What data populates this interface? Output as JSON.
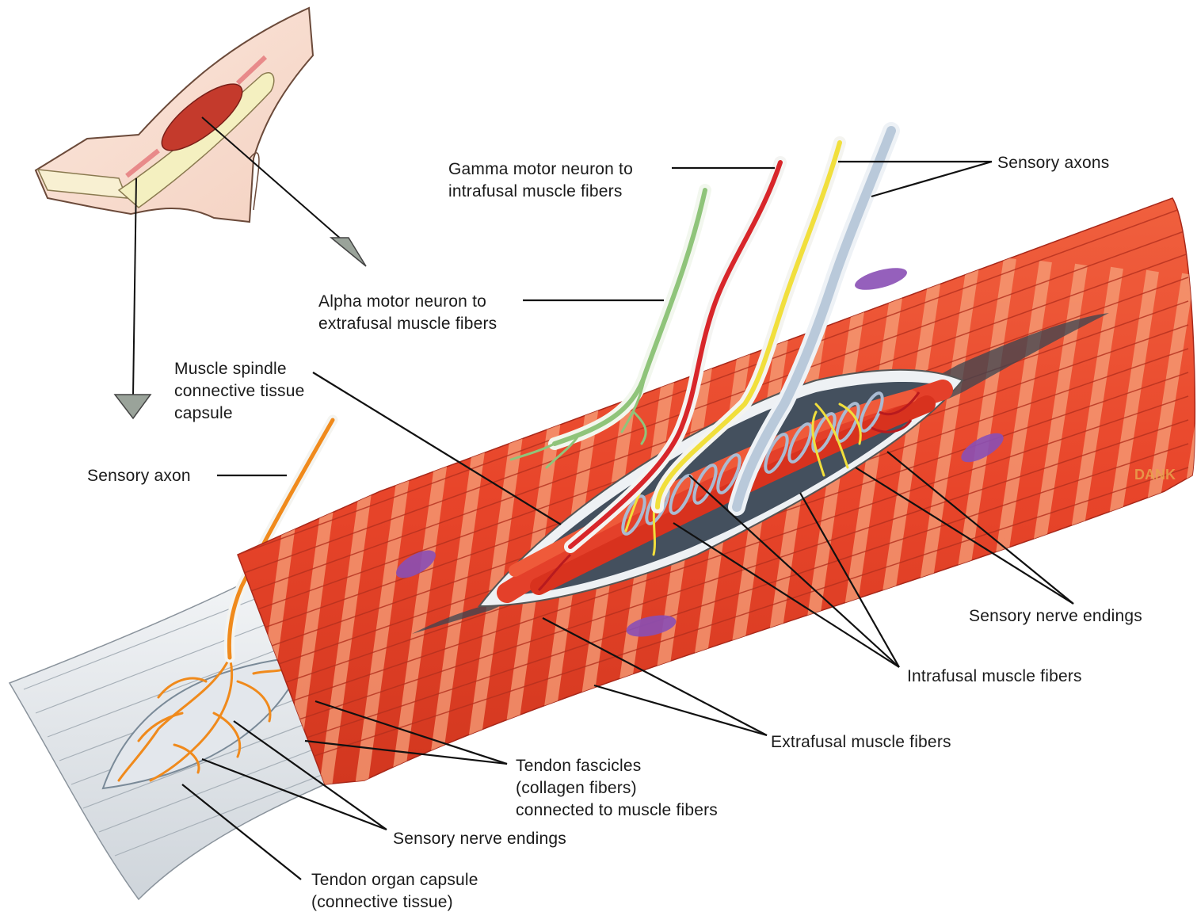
{
  "labels": {
    "gamma_motor_line1": "Gamma motor neuron to",
    "gamma_motor_line2": "intrafusal muscle fibers",
    "sensory_axons": "Sensory axons",
    "alpha_motor_line1": "Alpha motor neuron to",
    "alpha_motor_line2": "extrafusal muscle fibers",
    "spindle_capsule_line1": "Muscle spindle",
    "spindle_capsule_line2": "connective tissue",
    "spindle_capsule_line3": "capsule",
    "sensory_axon": "Sensory axon",
    "sensory_nerve_endings_spindle": "Sensory nerve endings",
    "intrafusal_fibers": "Intrafusal muscle fibers",
    "extrafusal_fibers": "Extrafusal muscle fibers",
    "tendon_fascicles_line1": "Tendon fascicles",
    "tendon_fascicles_line2": "(collagen fibers)",
    "tendon_fascicles_line3": "connected to muscle fibers",
    "sensory_nerve_endings_tendon": "Sensory nerve endings",
    "tendon_organ_line1": "Tendon organ capsule",
    "tendon_organ_line2": "(connective tissue)"
  },
  "signature": "DANK",
  "colors": {
    "muscle": "#e8452a",
    "muscle_stripe": "#f6a07a",
    "tendon": "#dfe3e8",
    "nucleus": "#8a4fb5",
    "alpha_axon": "#8fc47a",
    "gamma_axon": "#d8262a",
    "sensory_axon_yellow": "#f1df3c",
    "sensory_axon_blue": "#b9c9da",
    "tendon_sensory_axon": "#f08a1c",
    "pointer_arrow": "#9aa39a"
  }
}
